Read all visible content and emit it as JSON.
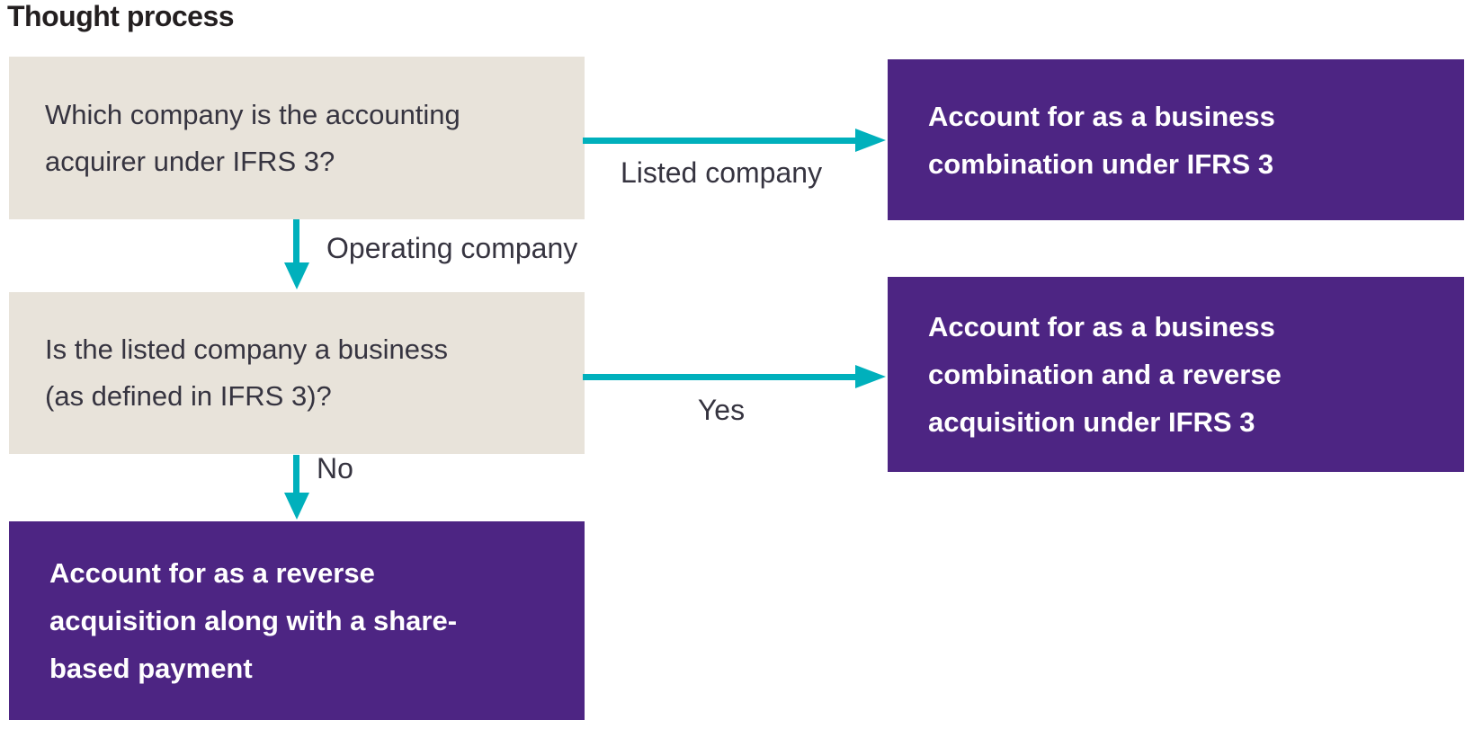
{
  "title": "Thought process",
  "colors": {
    "purple": "#4d2583",
    "beige": "#e8e3da",
    "teal": "#00b0bc",
    "titletext": "#231f20",
    "nodetext": "#363440",
    "outcometext": "#ffffff"
  },
  "flowchart": {
    "question1": "Which company is the accounting\nacquirer under IFRS 3?",
    "question2": "Is the listed company a business\n(as defined in IFRS 3)?",
    "outcome1": "Account for as a business\ncombination under IFRS 3",
    "outcome2": "Account for as a business\ncombination and a reverse\nacquisition under IFRS 3",
    "outcome3": "Account for as a reverse\nacquisition along with a share-\nbased payment",
    "edges": {
      "listed": "Listed company",
      "operating": "Operating company",
      "yes": "Yes",
      "no": "No"
    }
  }
}
